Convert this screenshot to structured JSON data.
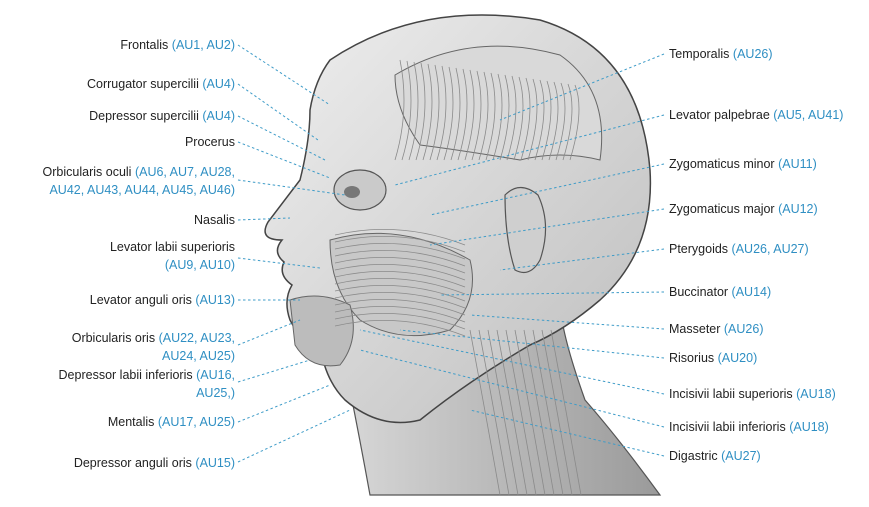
{
  "colors": {
    "label_text": "#222222",
    "au_text": "#2f8fc3",
    "leader_line": "#3f9cc8",
    "sketch": "#555555"
  },
  "labels_left": [
    {
      "name": "Frontalis",
      "au": "(AU1, AU2)"
    },
    {
      "name": "Corrugator supercilii",
      "au": "(AU4)"
    },
    {
      "name": "Depressor supercilii",
      "au": "(AU4)"
    },
    {
      "name": "Procerus",
      "au": ""
    },
    {
      "name": "Orbicularis oculi",
      "au": "(AU6, AU7, AU28,",
      "au2": "AU42, AU43, AU44, AU45, AU46)"
    },
    {
      "name": "Nasalis",
      "au": ""
    },
    {
      "name": "Levator labii superioris",
      "au": "",
      "au2": "(AU9, AU10)"
    },
    {
      "name": "Levator anguli oris",
      "au": "(AU13)"
    },
    {
      "name": "Orbicularis oris",
      "au": "(AU22, AU23,",
      "au2": "AU24, AU25)"
    },
    {
      "name": "Depressor labii inferioris",
      "au": "(AU16,",
      "au2": "AU25,)"
    },
    {
      "name": "Mentalis",
      "au": "(AU17, AU25)"
    },
    {
      "name": "Depressor anguli oris",
      "au": "(AU15)"
    }
  ],
  "labels_right": [
    {
      "name": "Temporalis",
      "au": "(AU26)"
    },
    {
      "name": "Levator palpebrae",
      "au": "(AU5, AU41)"
    },
    {
      "name": "Zygomaticus minor",
      "au": "(AU11)"
    },
    {
      "name": "Zygomaticus major",
      "au": "(AU12)"
    },
    {
      "name": "Pterygoids",
      "au": "(AU26, AU27)"
    },
    {
      "name": "Buccinator",
      "au": "(AU14)"
    },
    {
      "name": "Masseter",
      "au": "(AU26)"
    },
    {
      "name": "Risorius",
      "au": "(AU20)"
    },
    {
      "name": "Incisivii labii superioris",
      "au": "(AU18)"
    },
    {
      "name": "Incisivii labii inferioris",
      "au": "(AU18)"
    },
    {
      "name": "Digastric",
      "au": "(AU27)"
    }
  ]
}
